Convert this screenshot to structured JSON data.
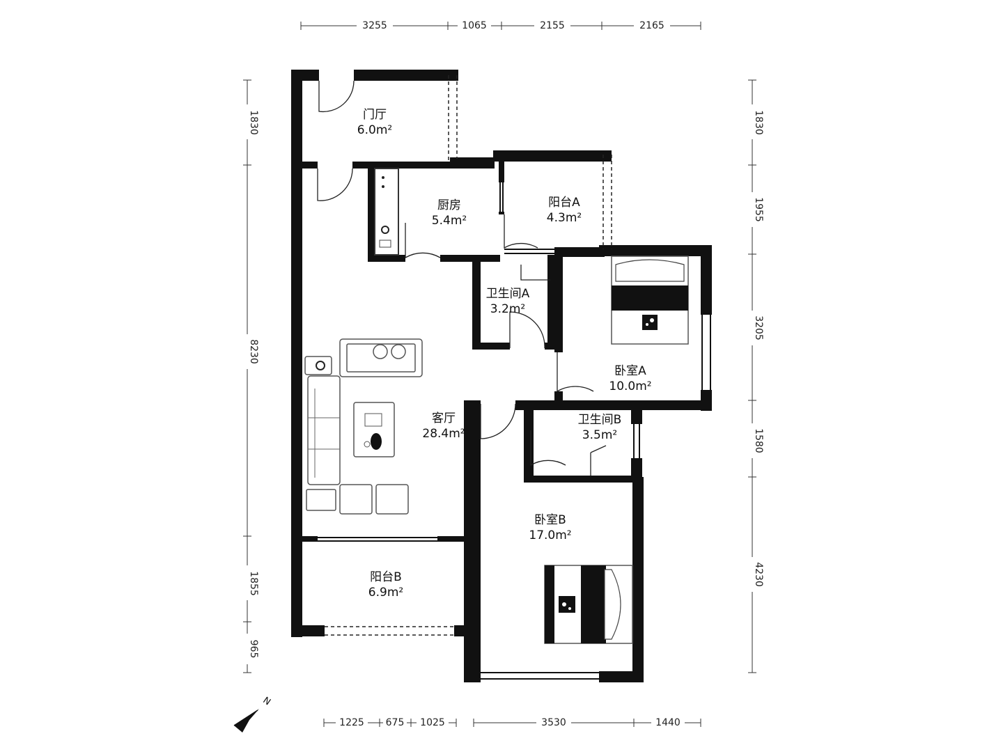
{
  "rooms": {
    "foyer": {
      "name": "门厅",
      "area": "6.0m²"
    },
    "kitchen": {
      "name": "厨房",
      "area": "5.4m²"
    },
    "balcony_a": {
      "name": "阳台A",
      "area": "4.3m²"
    },
    "bath_a": {
      "name": "卫生间A",
      "area": "3.2m²"
    },
    "bedroom_a": {
      "name": "卧室A",
      "area": "10.0m²"
    },
    "living": {
      "name": "客厅",
      "area": "28.4m²"
    },
    "bath_b": {
      "name": "卫生间B",
      "area": "3.5m²"
    },
    "bedroom_b": {
      "name": "卧室B",
      "area": "17.0m²"
    },
    "balcony_b": {
      "name": "阳台B",
      "area": "6.9m²"
    }
  },
  "dimensions": {
    "top": [
      "3255",
      "1065",
      "2155",
      "2165"
    ],
    "bottom": [
      "1225",
      "675",
      "1025",
      "3530",
      "1440"
    ],
    "left": [
      "1830",
      "8230",
      "1855",
      "965"
    ],
    "right": [
      "1830",
      "1955",
      "3205",
      "1580",
      "4230"
    ]
  },
  "compass": {
    "label": "N"
  }
}
